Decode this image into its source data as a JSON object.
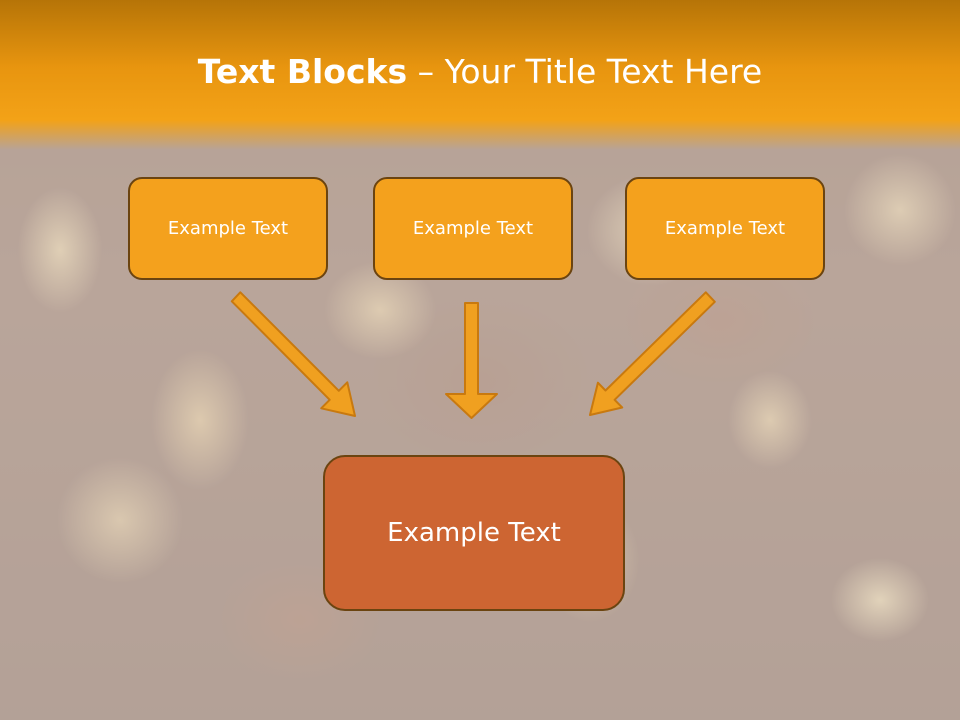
{
  "slide": {
    "title_bold": "Text Blocks",
    "title_rest": " – Your Title Text Here"
  },
  "blocks": {
    "left": "Example Text",
    "middle": "Example Text",
    "right": "Example Text",
    "bottom": "Example Text"
  },
  "colors": {
    "title_band": "#f3a217",
    "block_fill": "#f4a11d",
    "block_border": "#6b4410",
    "bottom_block_fill": "#cd6532",
    "arrow_fill": "#f0a020",
    "arrow_stroke": "#c8790f"
  }
}
